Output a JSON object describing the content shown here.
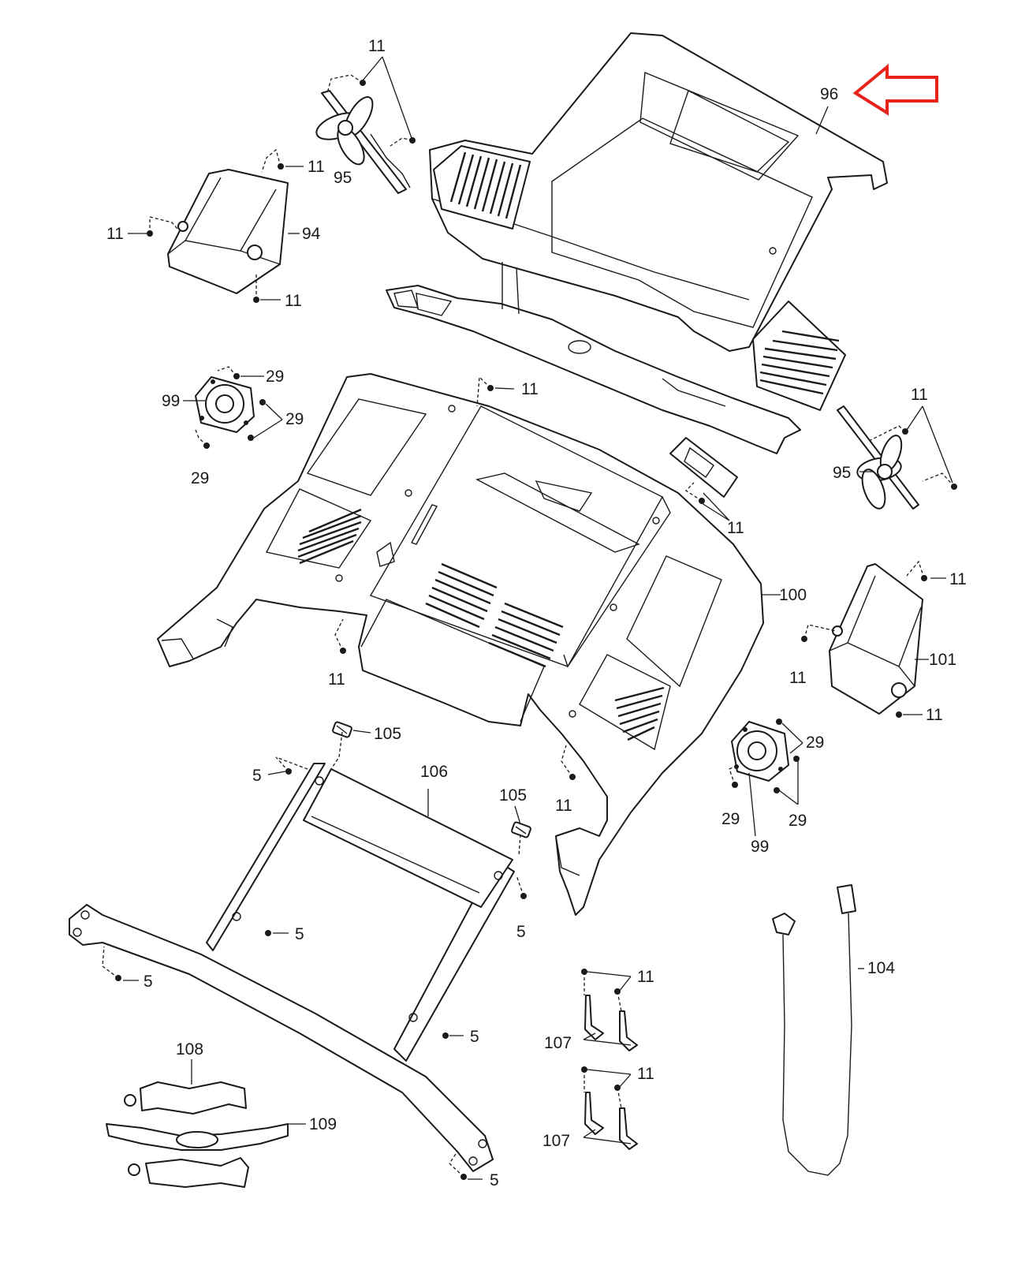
{
  "labels": {
    "l_11_a": "11",
    "l_11_b": "11",
    "l_11_c": "11",
    "l_11_d": "11",
    "l_11_e": "11",
    "l_11_f": "11",
    "l_11_g": "11",
    "l_11_h": "11",
    "l_11_i": "11",
    "l_11_j": "11",
    "l_11_k": "11",
    "l_11_l": "11",
    "l_11_m": "11",
    "l_11_n": "11",
    "l_96": "96",
    "l_95_a": "95",
    "l_95_b": "95",
    "l_94": "94",
    "l_101": "101",
    "l_100": "100",
    "l_99_a": "99",
    "l_99_b": "99",
    "l_29_a": "29",
    "l_29_b": "29",
    "l_29_c": "29",
    "l_29_d": "29",
    "l_29_e": "29",
    "l_29_f": "29",
    "l_105_a": "105",
    "l_105_b": "105",
    "l_106": "106",
    "l_5_a": "5",
    "l_5_b": "5",
    "l_5_c": "5",
    "l_5_d": "5",
    "l_5_e": "5",
    "l_5_f": "5",
    "l_104": "104",
    "l_107_a": "107",
    "l_107_b": "107",
    "l_108": "108",
    "l_109": "109"
  },
  "colors": {
    "line": "#1a1a1a",
    "highlight_arrow": "#e8231a",
    "background": "#ffffff"
  }
}
